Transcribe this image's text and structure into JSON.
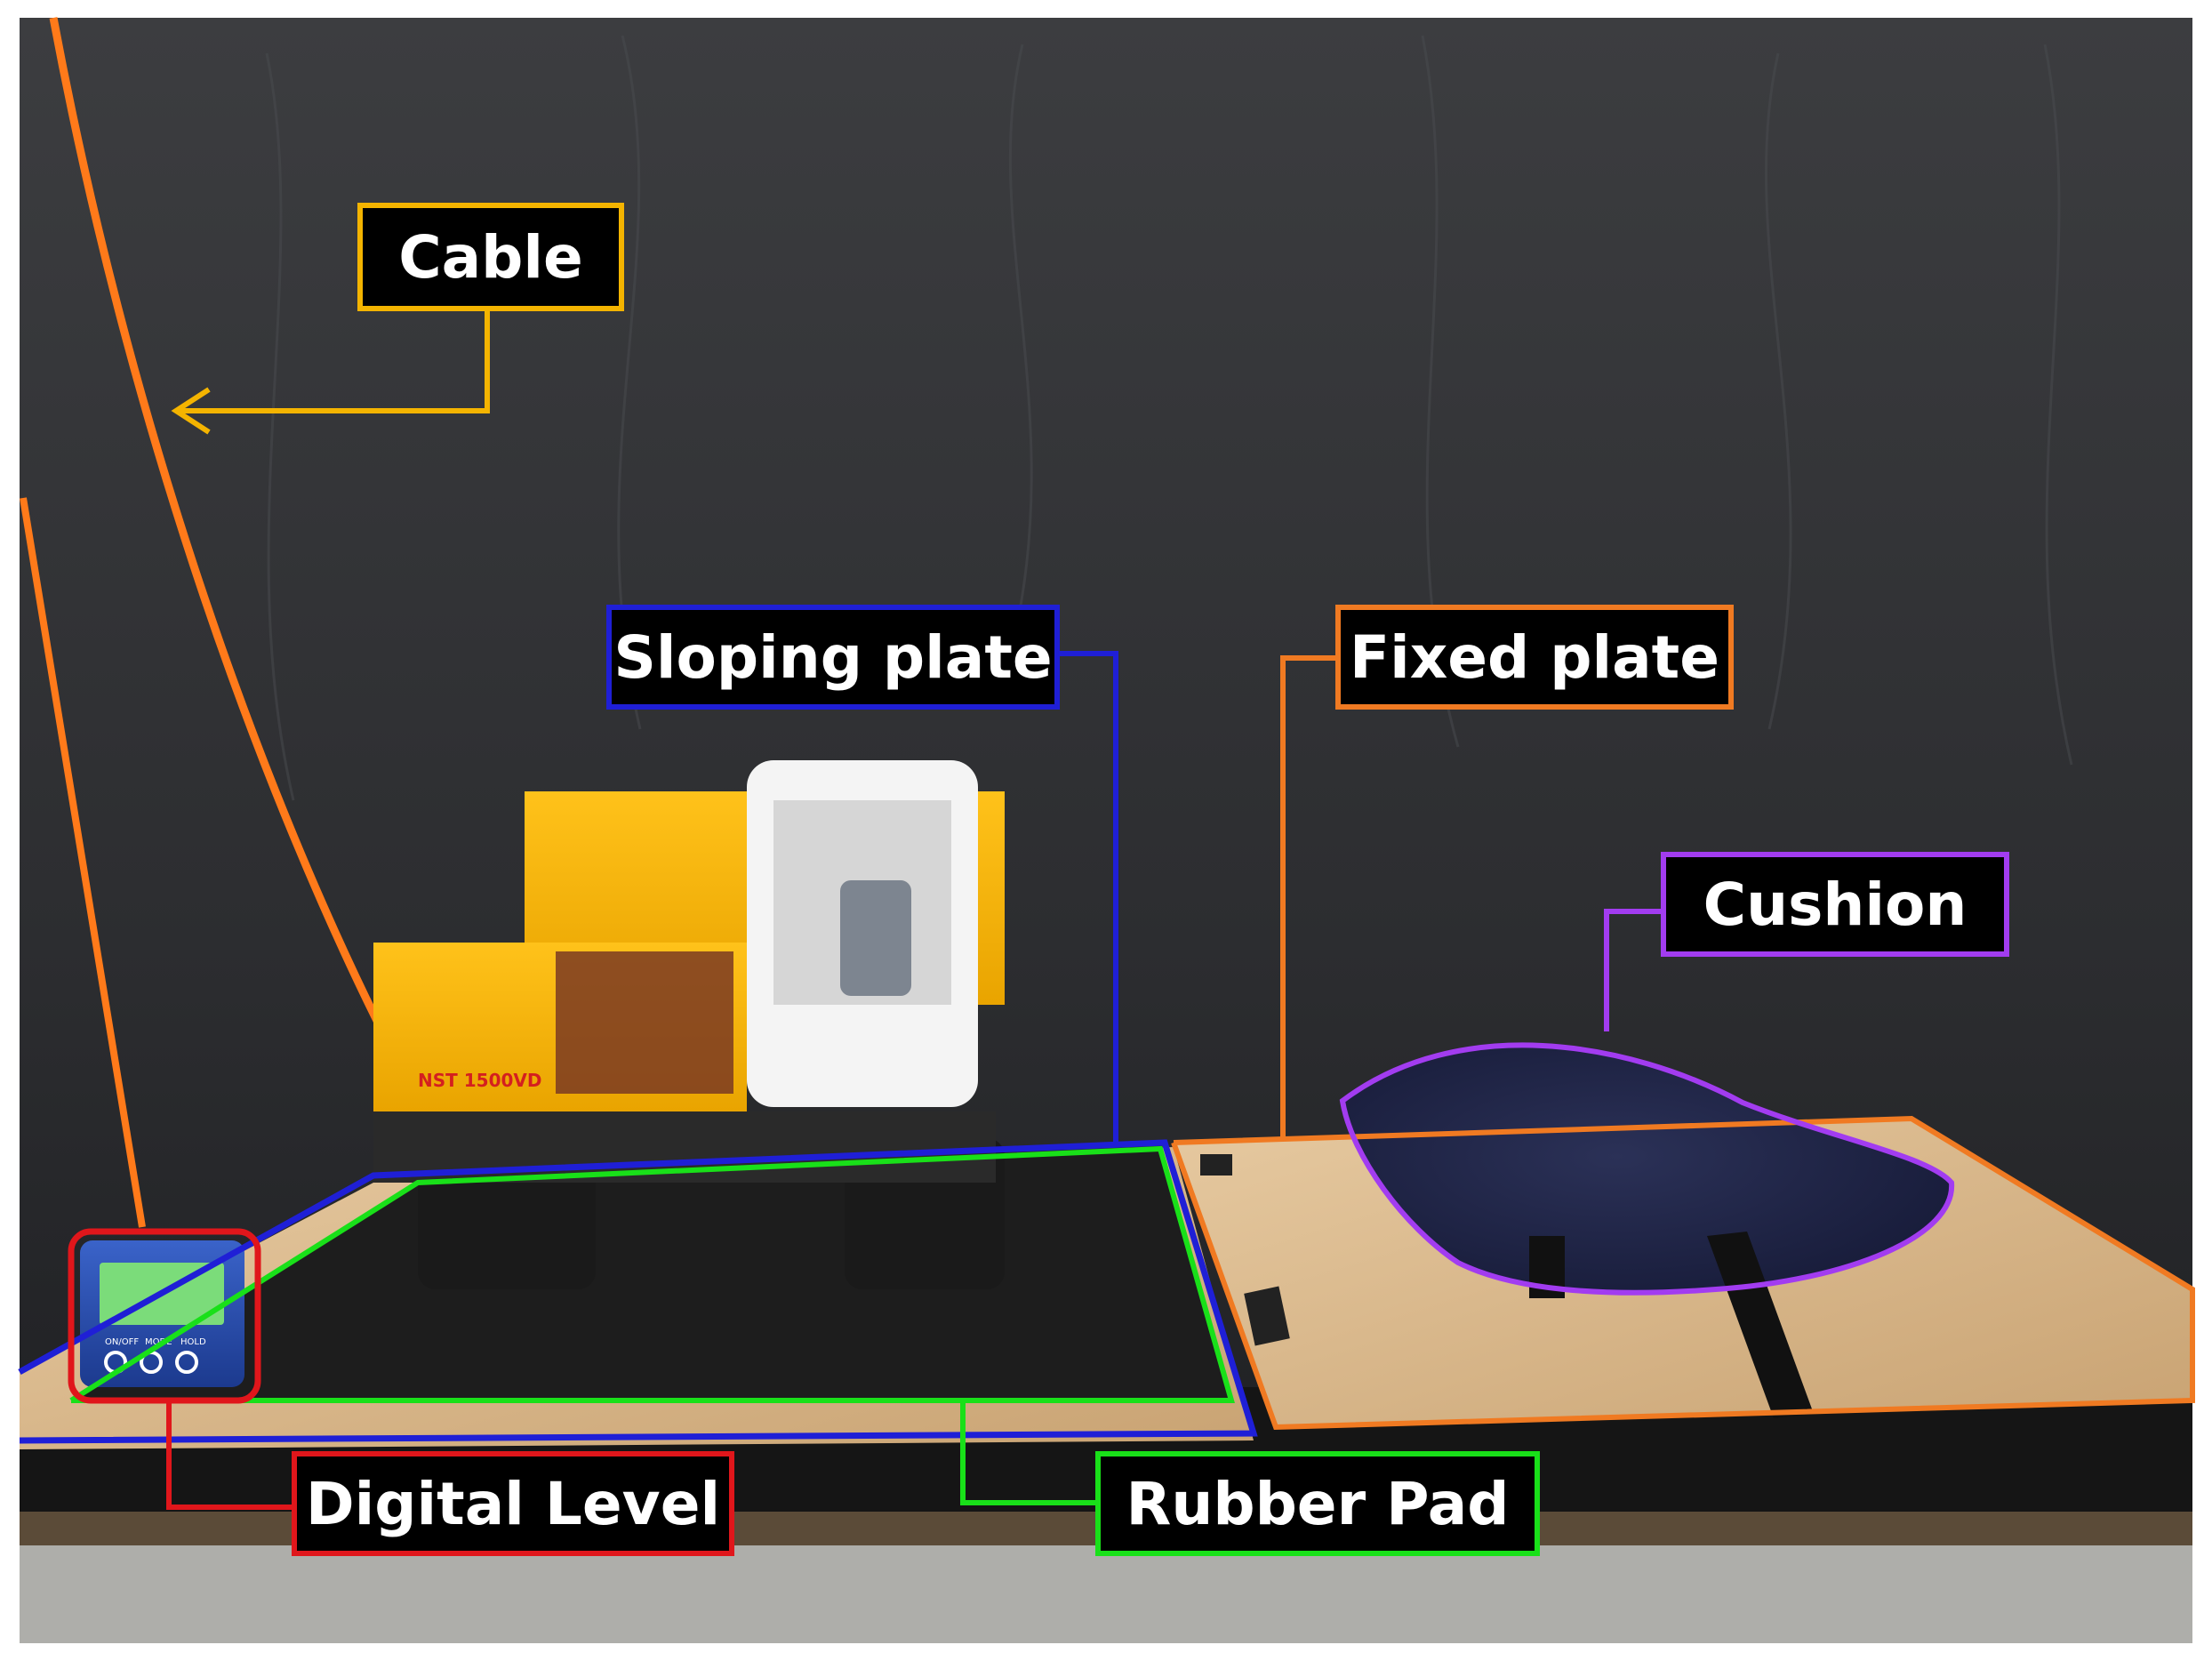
{
  "labels": {
    "cable": "Cable",
    "sloping_plate": "Sloping plate",
    "fixed_plate": "Fixed plate",
    "cushion": "Cushion",
    "digital_level": "Digital Level",
    "rubber_pad": "Rubber Pad"
  },
  "truck_model_text": "NST 1500VD",
  "level_buttons": [
    "ON/OFF",
    "MODE",
    "HOLD"
  ],
  "colors": {
    "cable": "#f4b400",
    "sloping_plate": "#1f1fd6",
    "fixed_plate": "#f07a22",
    "cushion": "#a23cf0",
    "digital_level": "#e0161b",
    "rubber_pad": "#19e019"
  }
}
